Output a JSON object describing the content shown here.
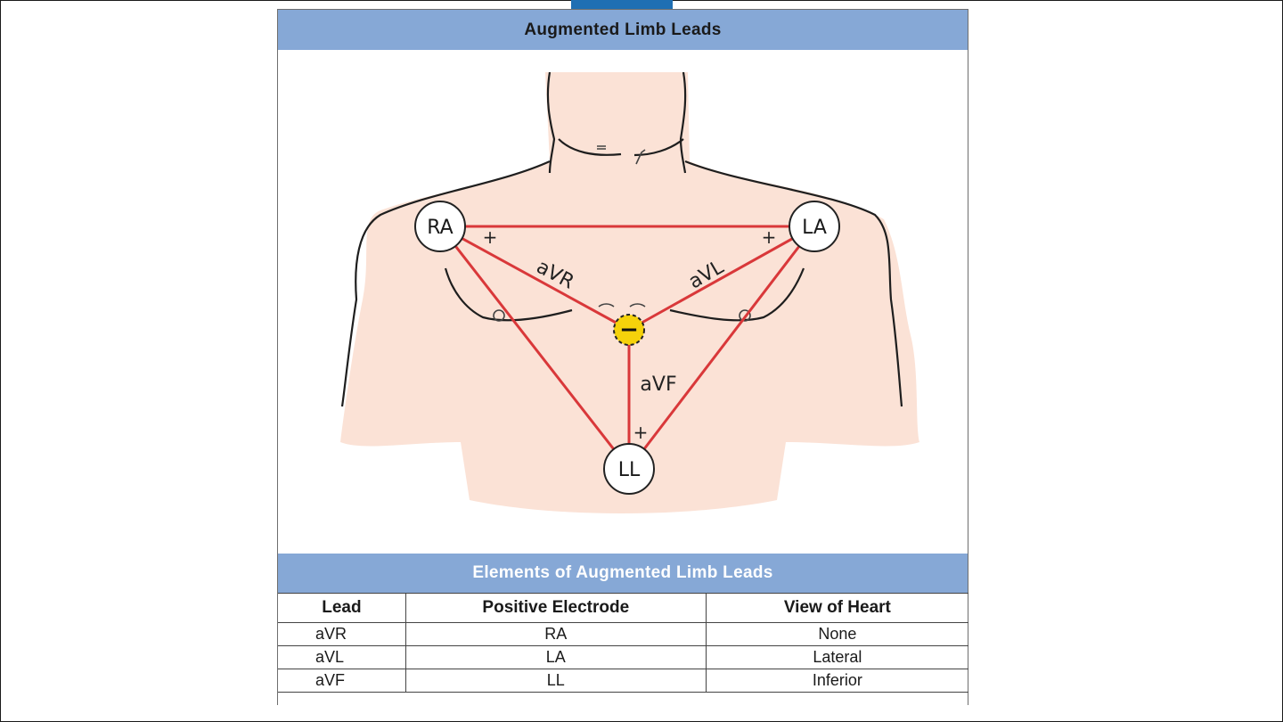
{
  "header": {
    "title": "Augmented Limb Leads"
  },
  "diagram": {
    "electrodes": {
      "ra": "RA",
      "la": "LA",
      "ll": "LL"
    },
    "leads": {
      "avr": "aVR",
      "avl": "aVL",
      "avf": "aVF"
    },
    "plus_sign": "+",
    "minus_sign": "−",
    "colors": {
      "lead_line": "#d9383a",
      "skin": "#fbe2d6",
      "negative_pole": "#f5d20b"
    }
  },
  "table": {
    "title": "Elements of Augmented Limb Leads",
    "headers": [
      "Lead",
      "Positive Electrode",
      "View of Heart"
    ],
    "rows": [
      [
        "aVR",
        "RA",
        "None"
      ],
      [
        "aVL",
        "LA",
        "Lateral"
      ],
      [
        "aVF",
        "LL",
        "Inferior"
      ]
    ]
  }
}
